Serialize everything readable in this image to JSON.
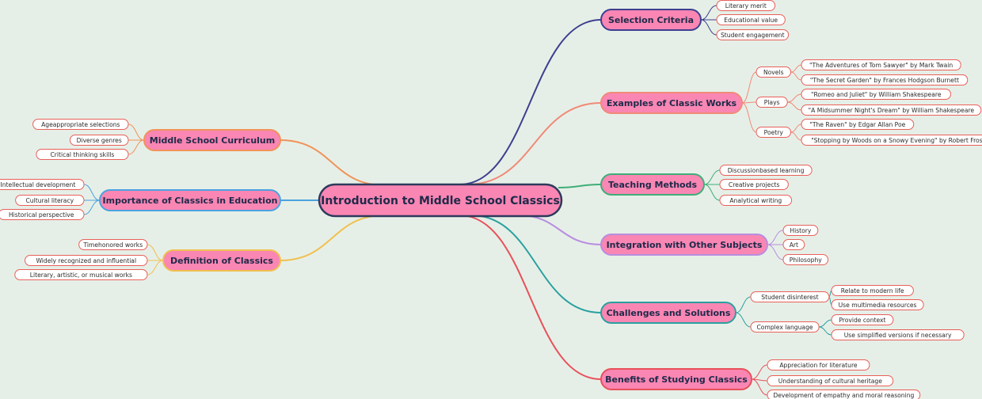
{
  "central": {
    "label": "Introduction to Middle School Classics"
  },
  "branches": [
    {
      "id": "selection-criteria",
      "label": "Selection Criteria",
      "color": "#3d3f8f",
      "children": [
        {
          "label": "Literary merit"
        },
        {
          "label": "Educational value"
        },
        {
          "label": "Student engagement"
        }
      ]
    },
    {
      "id": "examples-of-classic-works",
      "label": "Examples of Classic Works",
      "color": "#f08a78",
      "children": [
        {
          "label": "Novels",
          "children": [
            {
              "label": "\"The Adventures of Tom Sawyer\" by Mark Twain"
            },
            {
              "label": "\"The Secret Garden\" by Frances Hodgson Burnett"
            }
          ]
        },
        {
          "label": "Plays",
          "children": [
            {
              "label": "\"Romeo and Juliet\" by William Shakespeare"
            },
            {
              "label": "\"A Midsummer Night's Dream\" by William Shakespeare"
            }
          ]
        },
        {
          "label": "Poetry",
          "children": [
            {
              "label": "\"The Raven\" by Edgar Allan Poe"
            },
            {
              "label": "\"Stopping by Woods on a Snowy Evening\" by Robert Frost"
            }
          ]
        }
      ]
    },
    {
      "id": "teaching-methods",
      "label": "Teaching Methods",
      "color": "#3fae78",
      "children": [
        {
          "label": "Discussionbased learning"
        },
        {
          "label": "Creative projects"
        },
        {
          "label": "Analytical writing"
        }
      ]
    },
    {
      "id": "integration-with-other-subjects",
      "label": "Integration with Other Subjects",
      "color": "#b88ee0",
      "children": [
        {
          "label": "History"
        },
        {
          "label": "Art"
        },
        {
          "label": "Philosophy"
        }
      ]
    },
    {
      "id": "challenges-and-solutions",
      "label": "Challenges and Solutions",
      "color": "#2aa0a0",
      "children": [
        {
          "label": "Student disinterest",
          "children": [
            {
              "label": "Relate to modern life"
            },
            {
              "label": "Use multimedia resources"
            }
          ]
        },
        {
          "label": "Complex language",
          "children": [
            {
              "label": "Provide context"
            },
            {
              "label": "Use simplified versions if necessary"
            }
          ]
        }
      ]
    },
    {
      "id": "benefits-of-studying-classics",
      "label": "Benefits of Studying Classics",
      "color": "#e8505a",
      "children": [
        {
          "label": "Appreciation for literature"
        },
        {
          "label": "Understanding of cultural heritage"
        },
        {
          "label": "Development of empathy and moral reasoning"
        }
      ]
    },
    {
      "id": "middle-school-curriculum",
      "label": "Middle School Curriculum",
      "color": "#f0935a",
      "children": [
        {
          "label": "Ageappropriate selections"
        },
        {
          "label": "Diverse genres"
        },
        {
          "label": "Critical thinking skills"
        }
      ]
    },
    {
      "id": "importance-of-classics-in-education",
      "label": "Importance of Classics in Education",
      "color": "#4aa3e0",
      "children": [
        {
          "label": "Intellectual development"
        },
        {
          "label": "Cultural literacy"
        },
        {
          "label": "Historical perspective"
        }
      ]
    },
    {
      "id": "definition-of-classics",
      "label": "Definition of Classics",
      "color": "#f0c050",
      "children": [
        {
          "label": "Timehonored works"
        },
        {
          "label": "Widely recognized and influential"
        },
        {
          "label": "Literary, artistic, or musical works"
        }
      ]
    }
  ],
  "style": {
    "node_fill": "#f986b3",
    "leaf_fill": "#ffffff",
    "leaf_stroke": "#e8605a",
    "central_stroke": "#2e3a5c",
    "background": "#e6efe7"
  }
}
